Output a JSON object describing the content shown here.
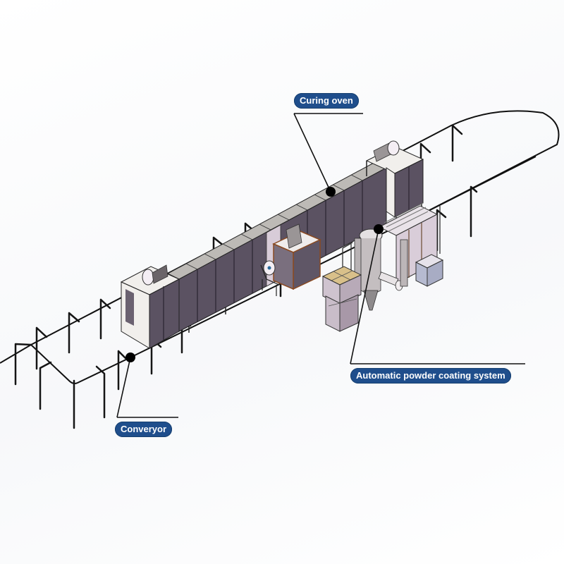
{
  "diagram": {
    "type": "powder-coating-line-isometric",
    "labels": {
      "curing_oven": "Curing oven",
      "powder_system": "Automatic powder coating system",
      "conveyor": "Converyor"
    },
    "colors": {
      "label_bg": "#1f4e8c",
      "label_text": "#ffffff",
      "leader_line": "#111111",
      "oven_panel": "#5a5060",
      "oven_roof": "#b9b7b4",
      "booth_frame": "#8a4a22",
      "conveyor_rail": "#111111",
      "powder_unit": "#cfc3cf",
      "filter_top": "#d9c08a"
    },
    "components": [
      {
        "name": "Curing oven",
        "pointer": [
          469,
          272
        ]
      },
      {
        "name": "Automatic powder coating system",
        "pointer": [
          537,
          325
        ]
      },
      {
        "name": "Converyor",
        "pointer": [
          185,
          507
        ]
      }
    ]
  }
}
